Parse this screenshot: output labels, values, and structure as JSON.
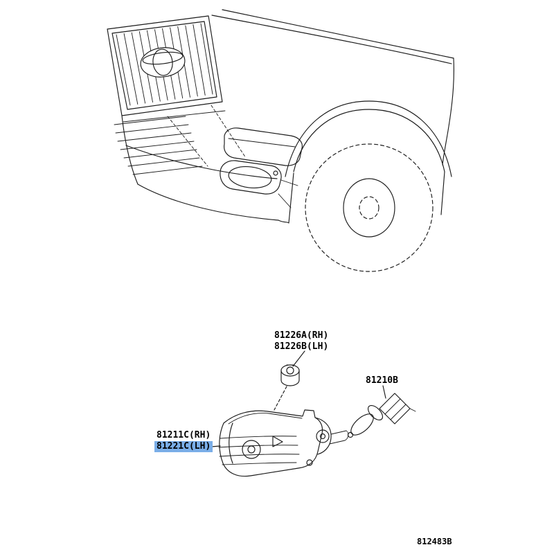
{
  "diagram": {
    "background": "#ffffff",
    "line_color": "#1a1a1a",
    "highlight_color": "#7aaee8",
    "code": "812483B"
  },
  "parts": {
    "socket": {
      "rh": "81226A(RH)",
      "lh": "81226B(LH)"
    },
    "bulb": {
      "number": "81210B"
    },
    "fog_lamp": {
      "rh": "81211C(RH)",
      "lh": "81221C(LH)",
      "lh_highlighted": true
    }
  }
}
